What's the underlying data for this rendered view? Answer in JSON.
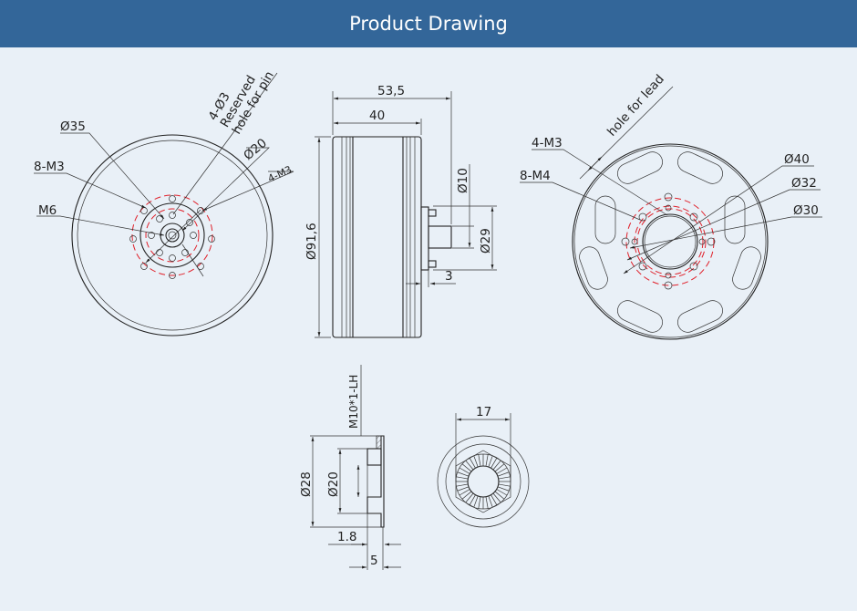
{
  "header": {
    "title": "Product Drawing"
  },
  "front_view": {
    "labels": {
      "d35": "Ø35",
      "m3_8": "8-M3",
      "m6": "M6",
      "pin_line1": "4-Ø3",
      "pin_line2": "Reserved",
      "pin_line3": "hole for pin",
      "d20": "Ø20",
      "m3_4": "4-M3"
    }
  },
  "side_view": {
    "labels": {
      "len_total": "53,5",
      "len_body": "40",
      "d91": "Ø91,6",
      "d10": "Ø10",
      "d29": "Ø29",
      "w3": "3"
    }
  },
  "rear_view": {
    "labels": {
      "lead": "hole for lead",
      "m3_4": "4-M3",
      "m4_8": "8-M4",
      "d40": "Ø40",
      "d32": "Ø32",
      "d30": "Ø30"
    }
  },
  "nut_section": {
    "labels": {
      "thread": "M10*1-LH",
      "d28": "Ø28",
      "d20": "Ø20",
      "t18": "1.8",
      "t5": "5"
    }
  },
  "nut_front": {
    "labels": {
      "hex": "17"
    }
  },
  "colors": {
    "header": "#336699",
    "background": "#e9f0f7",
    "center_lines": "#e0202a"
  }
}
